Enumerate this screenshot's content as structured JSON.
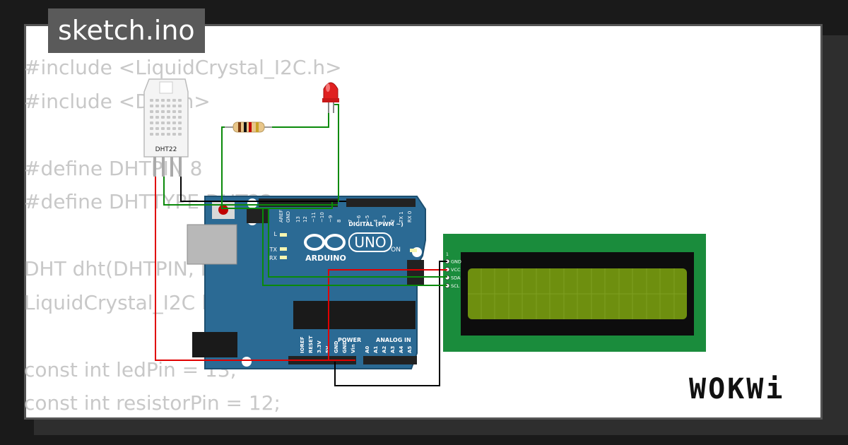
{
  "file_tab": {
    "label": "sketch.ino"
  },
  "code_lines": [
    "#include <LiquidCrystal_I2C.h>",
    "#include <DHT.h>",
    "",
    "#define DHTPIN 8",
    "#define DHTTYPE DHT22",
    "",
    "DHT dht(DHTPIN, DHTTYPE);",
    "LiquidCrystal_I2C lcd(0x27, 16, 2);",
    "",
    "const int ledPin = 13;",
    "const int resistorPin = 12;"
  ],
  "dht": {
    "label": "DHT22"
  },
  "arduino": {
    "brand": "ARDUINO",
    "model": "UNO",
    "digital_label": "DIGITAL (PWM ~)",
    "on_label": "ON",
    "l_label": "L",
    "tx_label": "TX",
    "rx_label": "RX",
    "aref_label": "AREF",
    "gnd_label": "GND",
    "digital_pins": [
      "13",
      "12",
      "~11",
      "~10",
      "~9",
      "8",
      "7",
      "~6",
      "~5",
      "4",
      "~3",
      "2",
      "TX 1",
      "RX 0"
    ],
    "power_label": "POWER",
    "analog_label": "ANALOG IN",
    "power_pins": [
      "IOREF",
      "RESET",
      "3.3V",
      "5V",
      "GND",
      "GND",
      "Vin"
    ],
    "analog_pins": [
      "A0",
      "A1",
      "A2",
      "A3",
      "A4",
      "A5"
    ]
  },
  "lcd": {
    "pins": [
      "GND",
      "VCC",
      "SDA",
      "SCL"
    ],
    "pin1": "1"
  },
  "watermark": "WOKWi",
  "colors": {
    "arduino_board": "#2b6a94",
    "wire_red": "#e00000",
    "wire_green": "#0a8a0a",
    "wire_black": "#000000",
    "lcd_pcb": "#1a8c3c",
    "lcd_screen": "#6e8f0f",
    "led": "#e02020"
  }
}
